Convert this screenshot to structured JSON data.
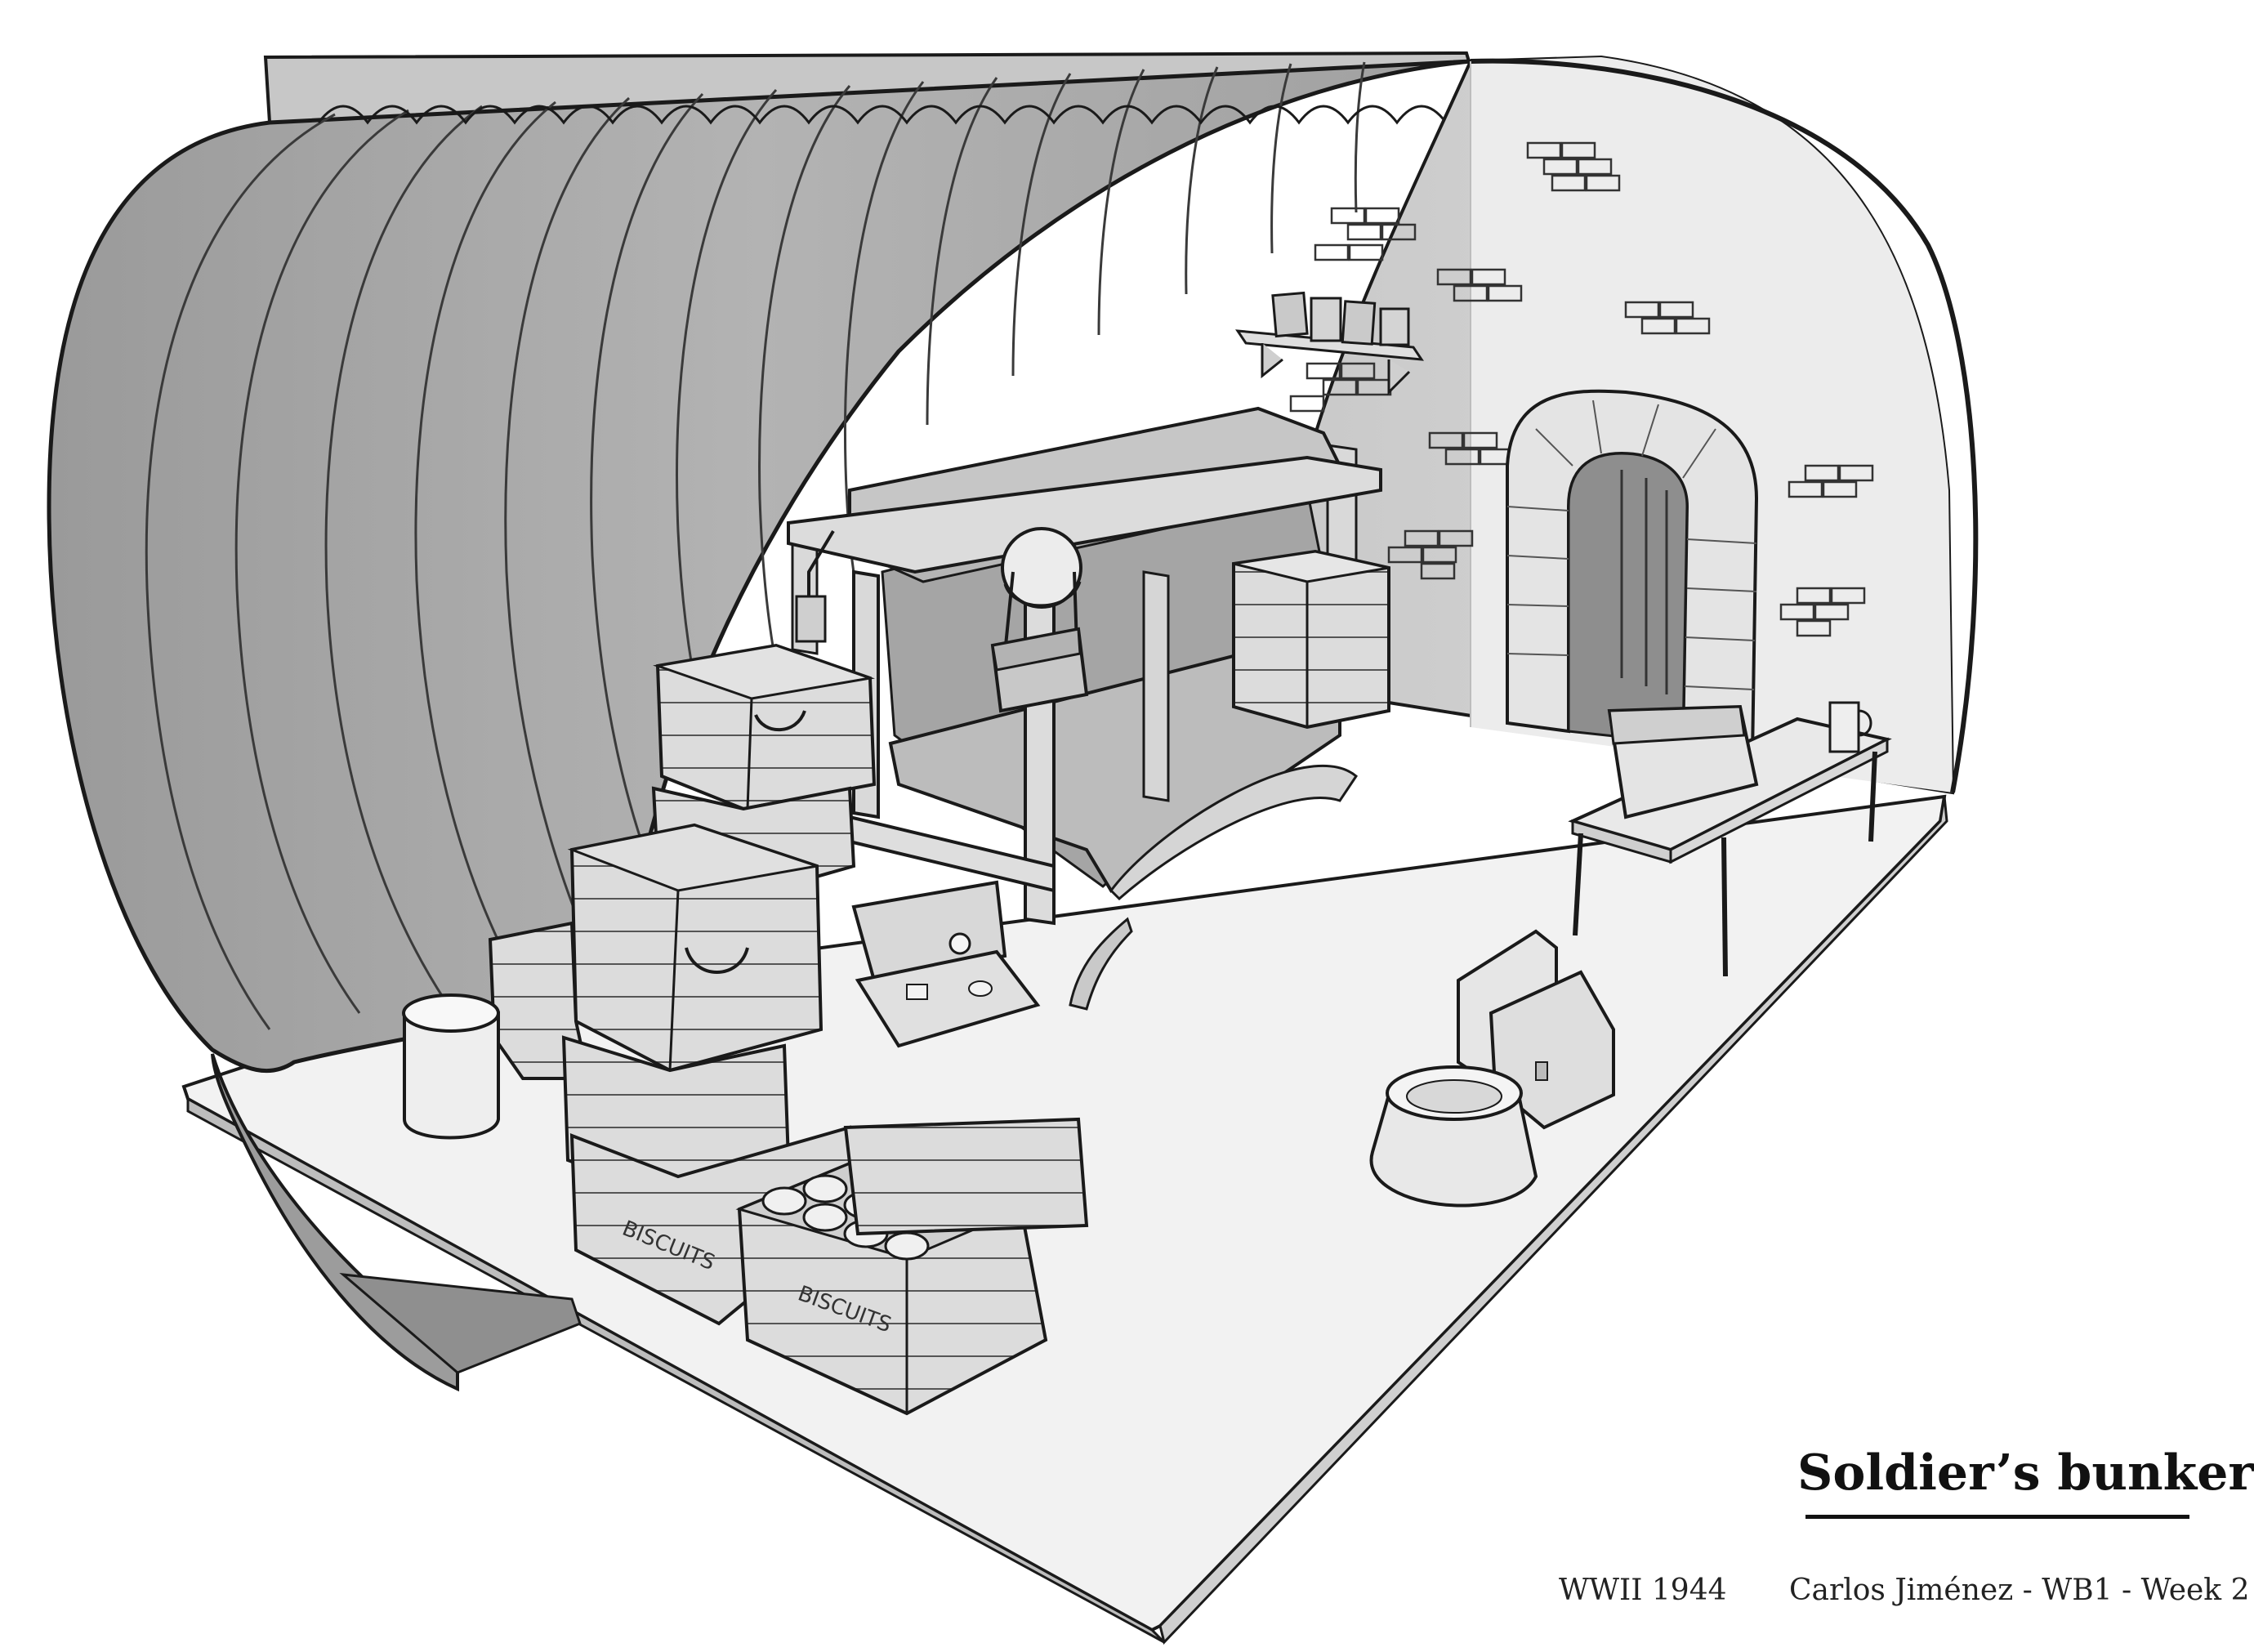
{
  "artwork": {
    "title": "Soldier’s bunker",
    "era": "WWII 1944",
    "credit": "Carlos Jiménez - WB1 - Week 2",
    "crate_stencil": "BISCUITS"
  },
  "colors": {
    "background": "#ffffff",
    "ink": "#1a1a1a",
    "tunnel": "#a9a9a9",
    "tunnel_dark": "#8f8f8f",
    "wall": "#d2d2d2",
    "wall_light": "#e9e9e9",
    "floor": "#f0f0f0",
    "wood": "#d9d9d9"
  }
}
